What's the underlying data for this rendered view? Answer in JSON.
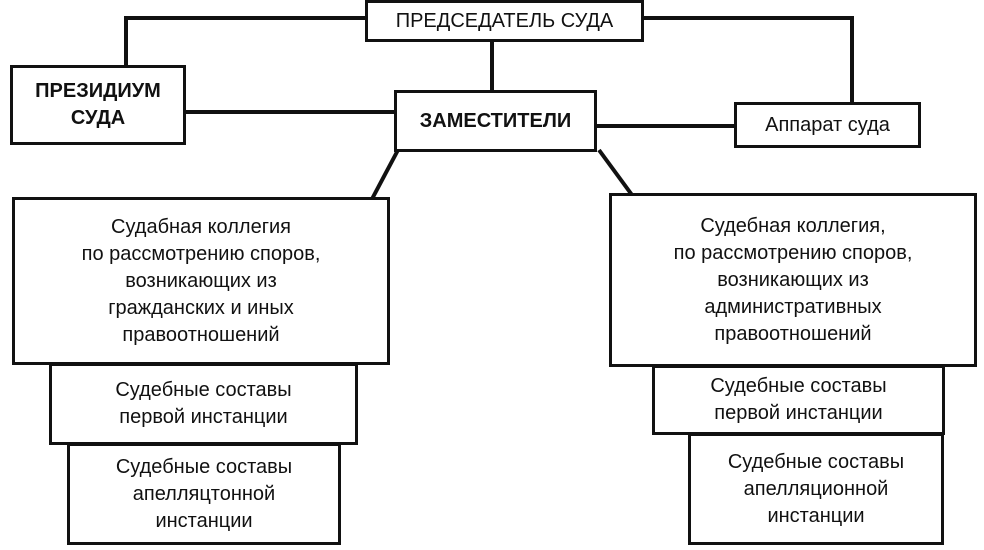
{
  "diagram": {
    "colors": {
      "line": "#111111",
      "background": "#ffffff"
    },
    "chairman": {
      "lines": [
        "ПРЕДСЕДАТЕЛЬ СУДА"
      ]
    },
    "presidium": {
      "lines": [
        "ПРЕЗИДИУМ",
        "СУДА"
      ]
    },
    "deputies": {
      "lines": [
        "ЗАМЕСТИТЕЛИ"
      ]
    },
    "apparatus": {
      "lines": [
        "Аппарат суда"
      ]
    },
    "civil_collegium": {
      "lines": [
        "Судабная коллегия",
        "по рассмотрению споров,",
        "возникающих из",
        "гражданских и иных",
        "правоотношений"
      ]
    },
    "civil_first_instance": {
      "lines": [
        "Судебные составы",
        "первой инстанции"
      ]
    },
    "civil_appeal": {
      "lines": [
        "Судебные составы",
        "апелляцтонной",
        "инстанции"
      ]
    },
    "admin_collegium": {
      "lines": [
        "Судебная коллегия,",
        "по рассмотрению споров,",
        "возникающих из",
        "административных",
        "правоотношений"
      ]
    },
    "admin_first_instance": {
      "lines": [
        "Судебные составы",
        "первой инстанции"
      ]
    },
    "admin_appeal": {
      "lines": [
        "Судебные составы",
        "апелляционной",
        "инстанции"
      ]
    }
  }
}
